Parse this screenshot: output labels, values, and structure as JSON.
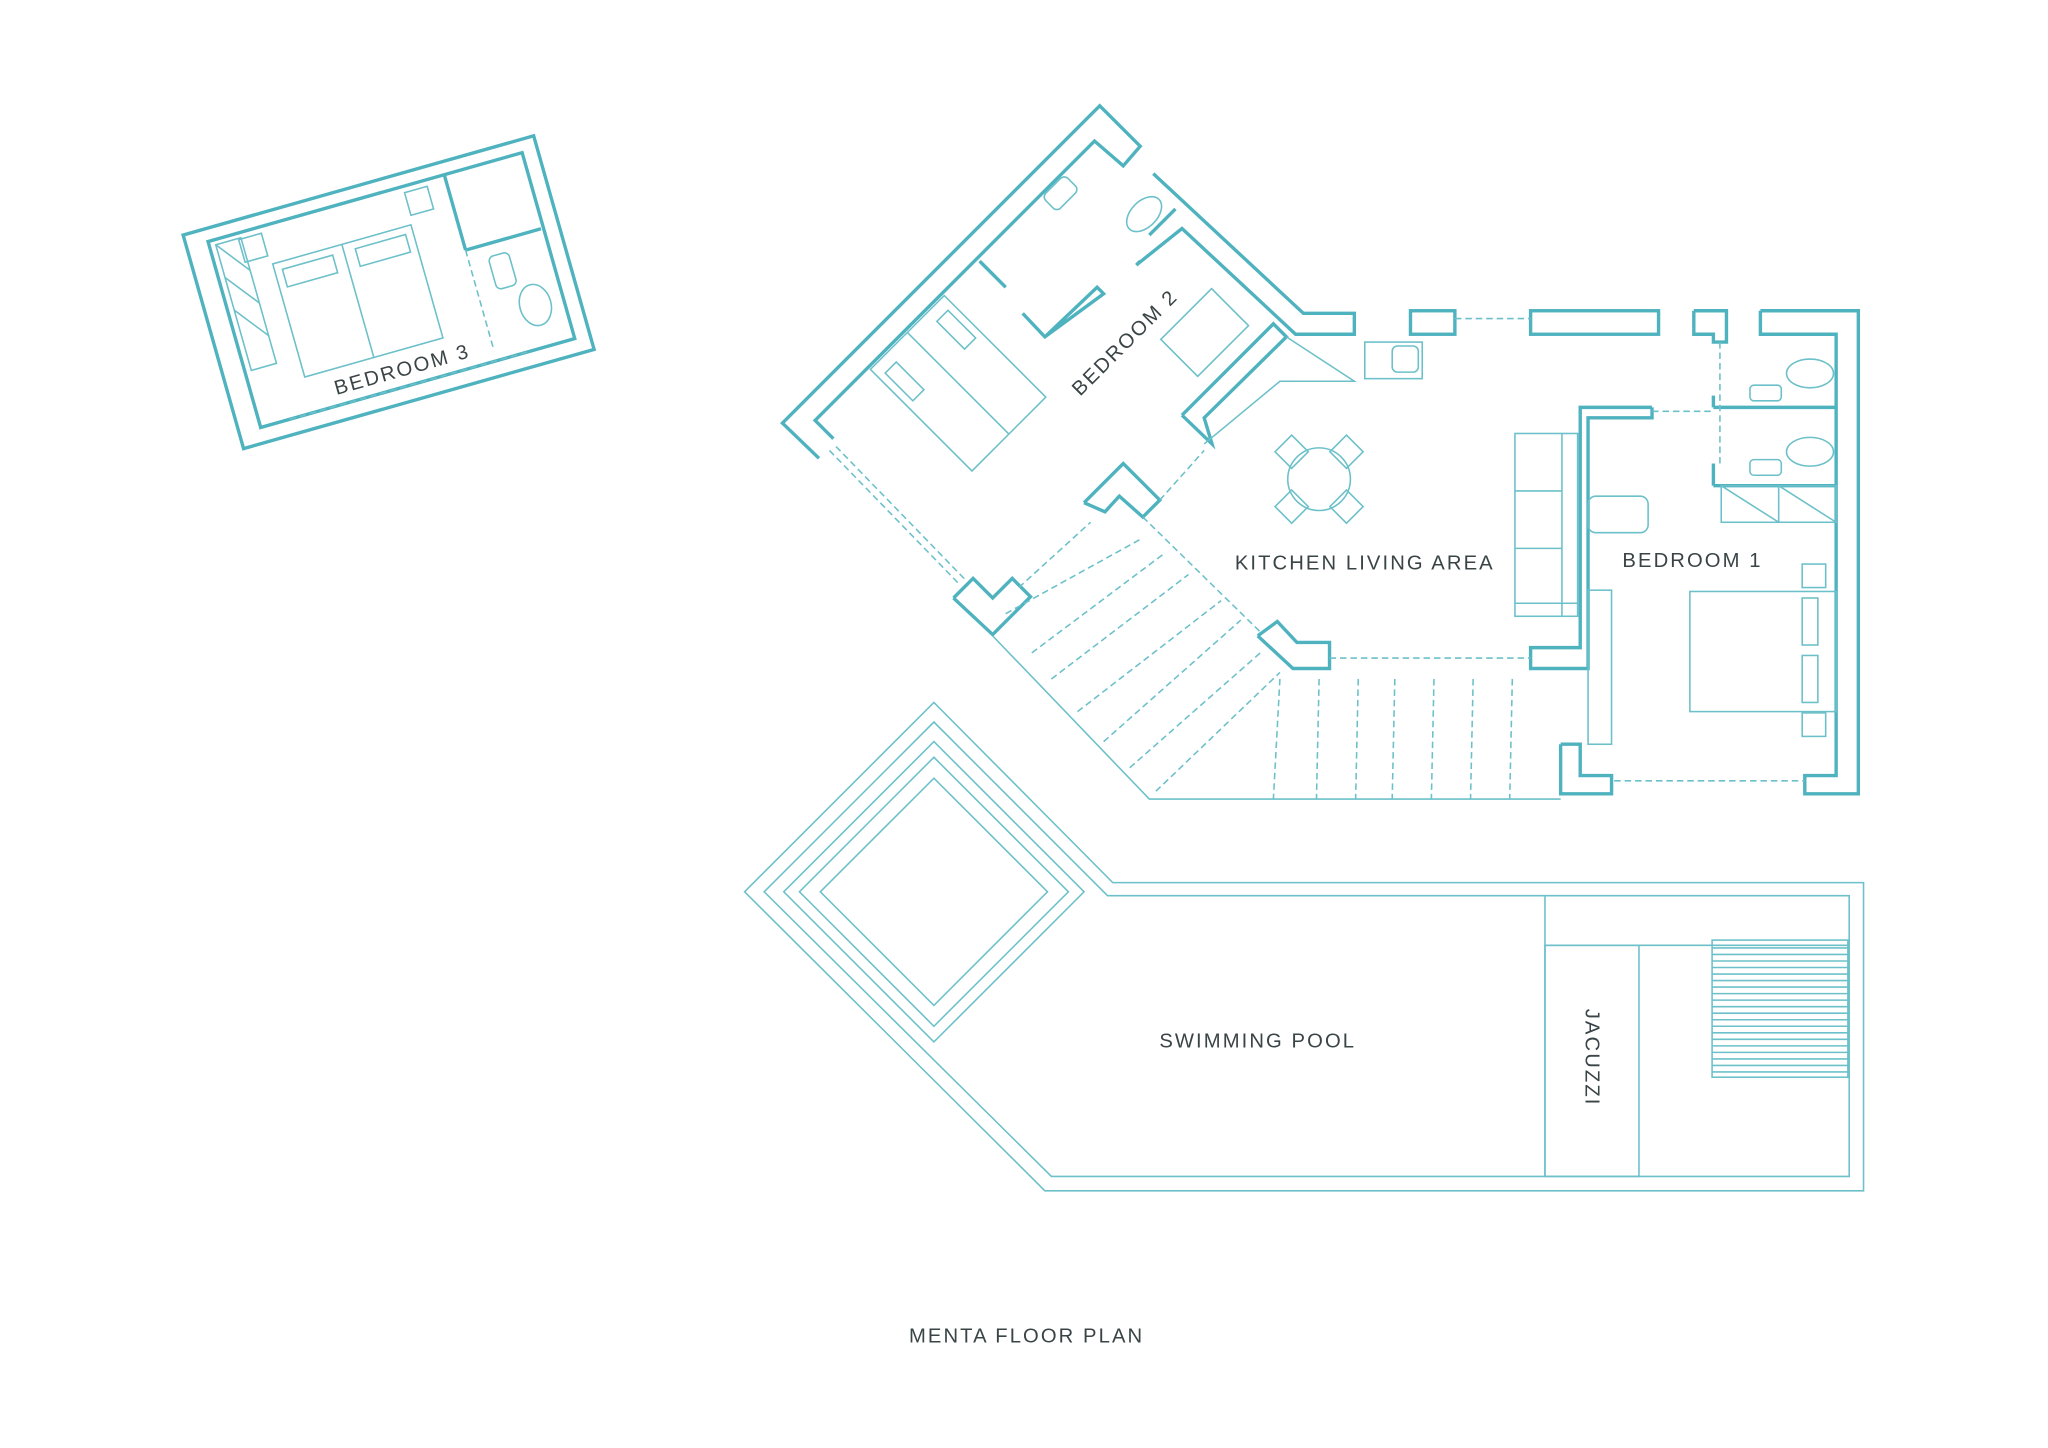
{
  "title": "MENTA FLOOR PLAN",
  "rooms": {
    "bedroom_3": "BEDROOM 3",
    "bedroom_2": "BEDROOM 2",
    "bedroom_1": "BEDROOM 1",
    "kitchen_living": "KITCHEN LIVING AREA",
    "swimming_pool": "SWIMMING POOL",
    "jacuzzi": "JACUZZI"
  },
  "colors": {
    "wall": "#4fb3bf",
    "text": "#3a4446",
    "background": "#ffffff"
  }
}
